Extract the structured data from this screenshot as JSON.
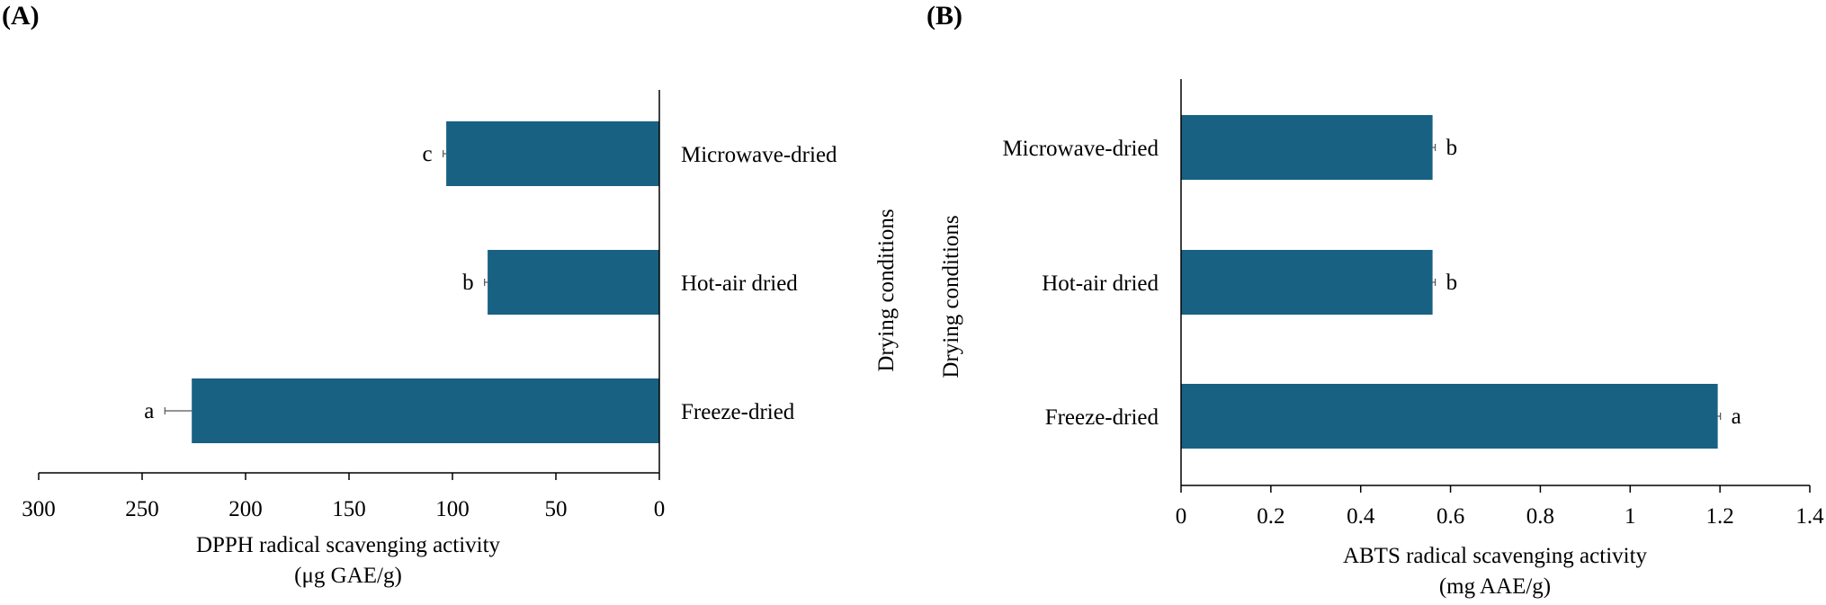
{
  "chart_data": [
    {
      "panel": "(A)",
      "type": "bar",
      "orientation": "horizontal",
      "x_reversed": true,
      "categories": [
        "Microwave-dried",
        "Hot-air dried",
        "Freeze-dried"
      ],
      "values": [
        103,
        83,
        226
      ],
      "errors": [
        1.5,
        1.5,
        13
      ],
      "significance": [
        "c",
        "b",
        "a"
      ],
      "xlabel": [
        "DPPH radical scavenging activity",
        "(μg GAE/g)"
      ],
      "ylabel": "Drying conditions",
      "xlim": [
        0,
        300
      ],
      "xticks": [
        "0",
        "50",
        "100",
        "150",
        "200",
        "250",
        "300"
      ],
      "xtick_values": [
        0,
        50,
        100,
        150,
        200,
        250,
        300
      ],
      "bar_color": "#186183",
      "grid": false
    },
    {
      "panel": "(B)",
      "type": "bar",
      "orientation": "horizontal",
      "x_reversed": false,
      "categories": [
        "Microwave-dried",
        "Hot-air dried",
        "Freeze-dried"
      ],
      "values": [
        0.56,
        0.56,
        1.195
      ],
      "errors": [
        0.006,
        0.006,
        0.006
      ],
      "significance": [
        "b",
        "b",
        "a"
      ],
      "xlabel": [
        "ABTS radical scavenging activity",
        "(mg AAE/g)"
      ],
      "ylabel": "Drying conditions",
      "xlim": [
        0,
        1.4
      ],
      "xticks": [
        "0",
        "0.2",
        "0.4",
        "0.6",
        "0.8",
        "1",
        "1.2",
        "1.4"
      ],
      "xtick_values": [
        0,
        0.2,
        0.4,
        0.6,
        0.8,
        1.0,
        1.2,
        1.4
      ],
      "bar_color": "#186183",
      "grid": false
    }
  ]
}
